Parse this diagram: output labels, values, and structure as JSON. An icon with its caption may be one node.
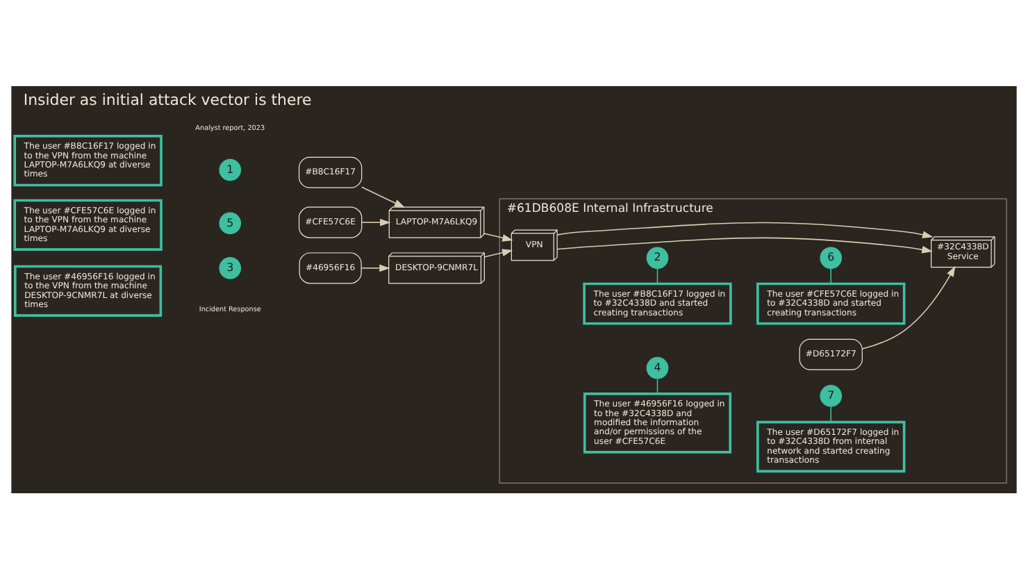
{
  "diagram": {
    "title": "Insider as initial attack vector is there",
    "nodes": [
      {
        "text": [
          "#61DB608E Internal Infrastructure"
        ]
      },
      {
        "text": [
          "The user #B8C16F17 logged in to the VPN from the machine LAPTOP-M7A6LKQ9 at diverse times"
        ]
      },
      {
        "text": [
          "1"
        ]
      },
      {
        "text": [
          "#B8C16F17"
        ]
      },
      {
        "text": [
          "The user #CFE57C6E logged in to the VPN from the machine LAPTOP-M7A6LKQ9 at diverse times"
        ]
      },
      {
        "text": [
          "5"
        ]
      },
      {
        "text": [
          "#CFE57C6E"
        ]
      },
      {
        "text": [
          "The user #46956F16 logged in to the VPN from the machine DESKTOP-9CNMR7L at diverse times"
        ]
      },
      {
        "text": [
          "3"
        ]
      },
      {
        "text": [
          "#46956F16"
        ]
      },
      {
        "text": [
          "LAPTOP-M7A6LKQ9"
        ]
      },
      {
        "text": [
          "DESKTOP-9CNMR7L"
        ]
      },
      {
        "text": [
          "VPN"
        ],
        "in": 0
      },
      {
        "text": [
          "The user #B8C16F17 logged in to #32C4338D and started creating transactions"
        ],
        "in": 0
      },
      {
        "text": [
          "2"
        ],
        "in": 0
      },
      {
        "text": [
          "The user #CFE57C6E logged in to #32C4338D and started creating transactions"
        ],
        "in": 0
      },
      {
        "text": [
          "6"
        ],
        "in": 0
      },
      {
        "text": [
          "#32C4338D Service"
        ],
        "in": 0
      },
      {
        "text": [
          "4"
        ],
        "in": 0
      },
      {
        "text": [
          "The user #46956F16 logged in to the #32C4338D and modified the information and/or permissions of the user #CFE57C6E"
        ],
        "in": 0
      },
      {
        "text": [
          "7"
        ],
        "in": 0
      },
      {
        "text": [
          "#D65172F7"
        ],
        "in": 0
      },
      {
        "text": [
          "The user #D65172F7 logged in to #32C4338D from internal network and started creating transactions"
        ],
        "in": 0
      }
    ],
    "edges": [
      {
        "from": 3,
        "to": 10,
        "arrow": "to"
      },
      {
        "from": 6,
        "to": 10,
        "arrow": "to"
      },
      {
        "from": 9,
        "to": 11,
        "arrow": "to"
      },
      {
        "from": 10,
        "to": 12,
        "arrow": "to"
      },
      {
        "from": 11,
        "to": 12,
        "arrow": "to"
      },
      {
        "from": 12,
        "to": 17,
        "arrow": "to"
      },
      {
        "from": 12,
        "to": 17,
        "arrow": "to"
      },
      {
        "from": 21,
        "to": 17,
        "arrow": "to"
      },
      {
        "from": 13,
        "to": 14,
        "arrow": "none",
        "color": "#3dbfa0"
      },
      {
        "from": 15,
        "to": 16,
        "arrow": "none",
        "color": "#3dbfa0"
      },
      {
        "from": 19,
        "to": 18,
        "arrow": "none",
        "color": "#3dbfa0"
      },
      {
        "from": 22,
        "to": 20,
        "arrow": "none",
        "color": "#3dbfa0"
      }
    ],
    "labels": [
      "Incident Response",
      "Analyst report, 2023"
    ]
  }
}
